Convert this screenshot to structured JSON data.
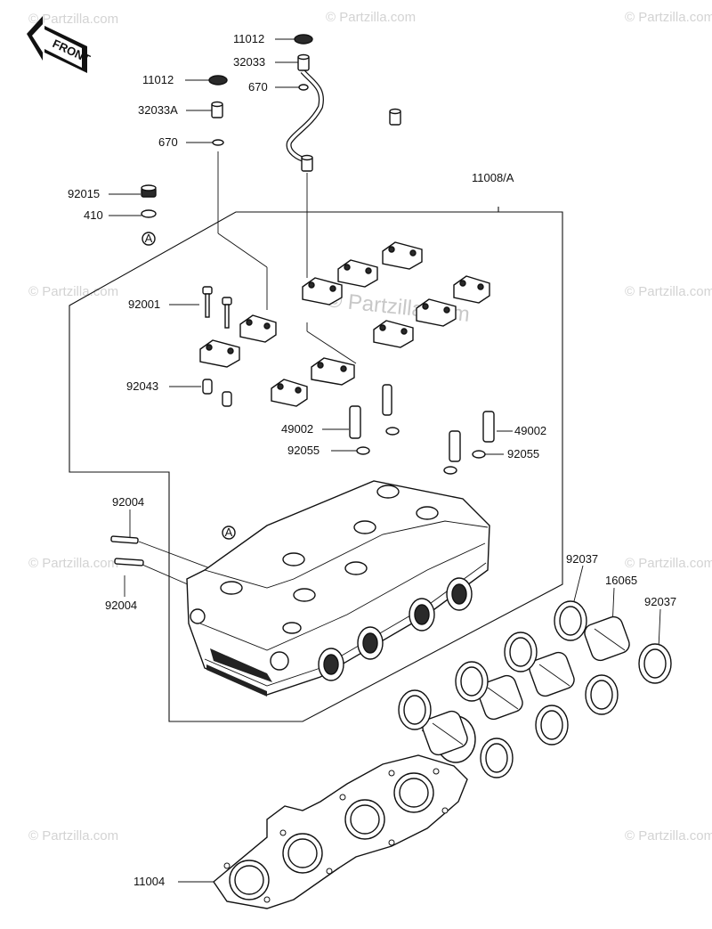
{
  "watermark": "© Partzilla.com",
  "front_label": "FRONT",
  "callout_ref": "A",
  "labels": {
    "p11012a": "11012",
    "p32033": "32033",
    "p11012b": "11012",
    "p670a": "670",
    "p32033A": "32033A",
    "p670b": "670",
    "p11008A": "11008/A",
    "p92015": "92015",
    "p410": "410",
    "p92001": "92001",
    "p92043": "92043",
    "p49002a": "49002",
    "p49002b": "49002",
    "p92055a": "92055",
    "p92055b": "92055",
    "p92004a": "92004",
    "p92004b": "92004",
    "p92037a": "92037",
    "p16065": "16065",
    "p92037b": "92037",
    "p11004": "11004"
  }
}
